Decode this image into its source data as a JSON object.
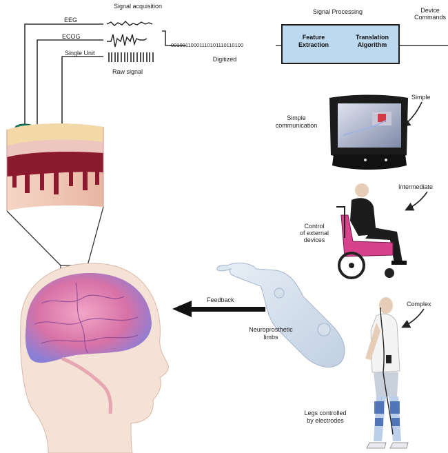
{
  "labels": {
    "signal_acquisition": "Signal acquisition",
    "signal_processing": "Signal Processing",
    "device_commands_1": "Device",
    "device_commands_2": "Commands",
    "eeg": "EEG",
    "ecog": "ECOG",
    "single_unit": "Single Unit",
    "raw_signal": "Raw signal",
    "bitstream": "00100110001110101110110100",
    "digitized": "Digitized",
    "feature_extraction_1": "Feature",
    "feature_extraction_2": "Extraction",
    "translation_algorithm_1": "Translation",
    "translation_algorithm_2": "Algorithm",
    "simple": "Simple",
    "simple_communication_1": "Simple",
    "simple_communication_2": "communication",
    "intermediate": "Intermediate",
    "control_1": "Control",
    "control_2": "of external",
    "control_3": "devices",
    "complex": "Complex",
    "feedback": "Feedback",
    "neuroprosthetic_1": "Neuroprosthetic",
    "neuroprosthetic_2": "limbs",
    "legs_1": "Legs controlled",
    "legs_2": "by electrodes"
  },
  "colors": {
    "processing_box": "#bcd9ef",
    "tissue_red": "#8b1a2e",
    "skin": "#f1c6b4",
    "brain_pink": "#e58ab4",
    "brain_blue": "#8a7fd6",
    "wheelchair_pink": "#d8428c",
    "screen": "#1b1b1b"
  },
  "icons": [
    "monitor-icon",
    "wheelchair-user-icon",
    "walking-person-icon",
    "prosthetic-arm-icon",
    "head-brain-icon",
    "tissue-cross-section-icon"
  ]
}
